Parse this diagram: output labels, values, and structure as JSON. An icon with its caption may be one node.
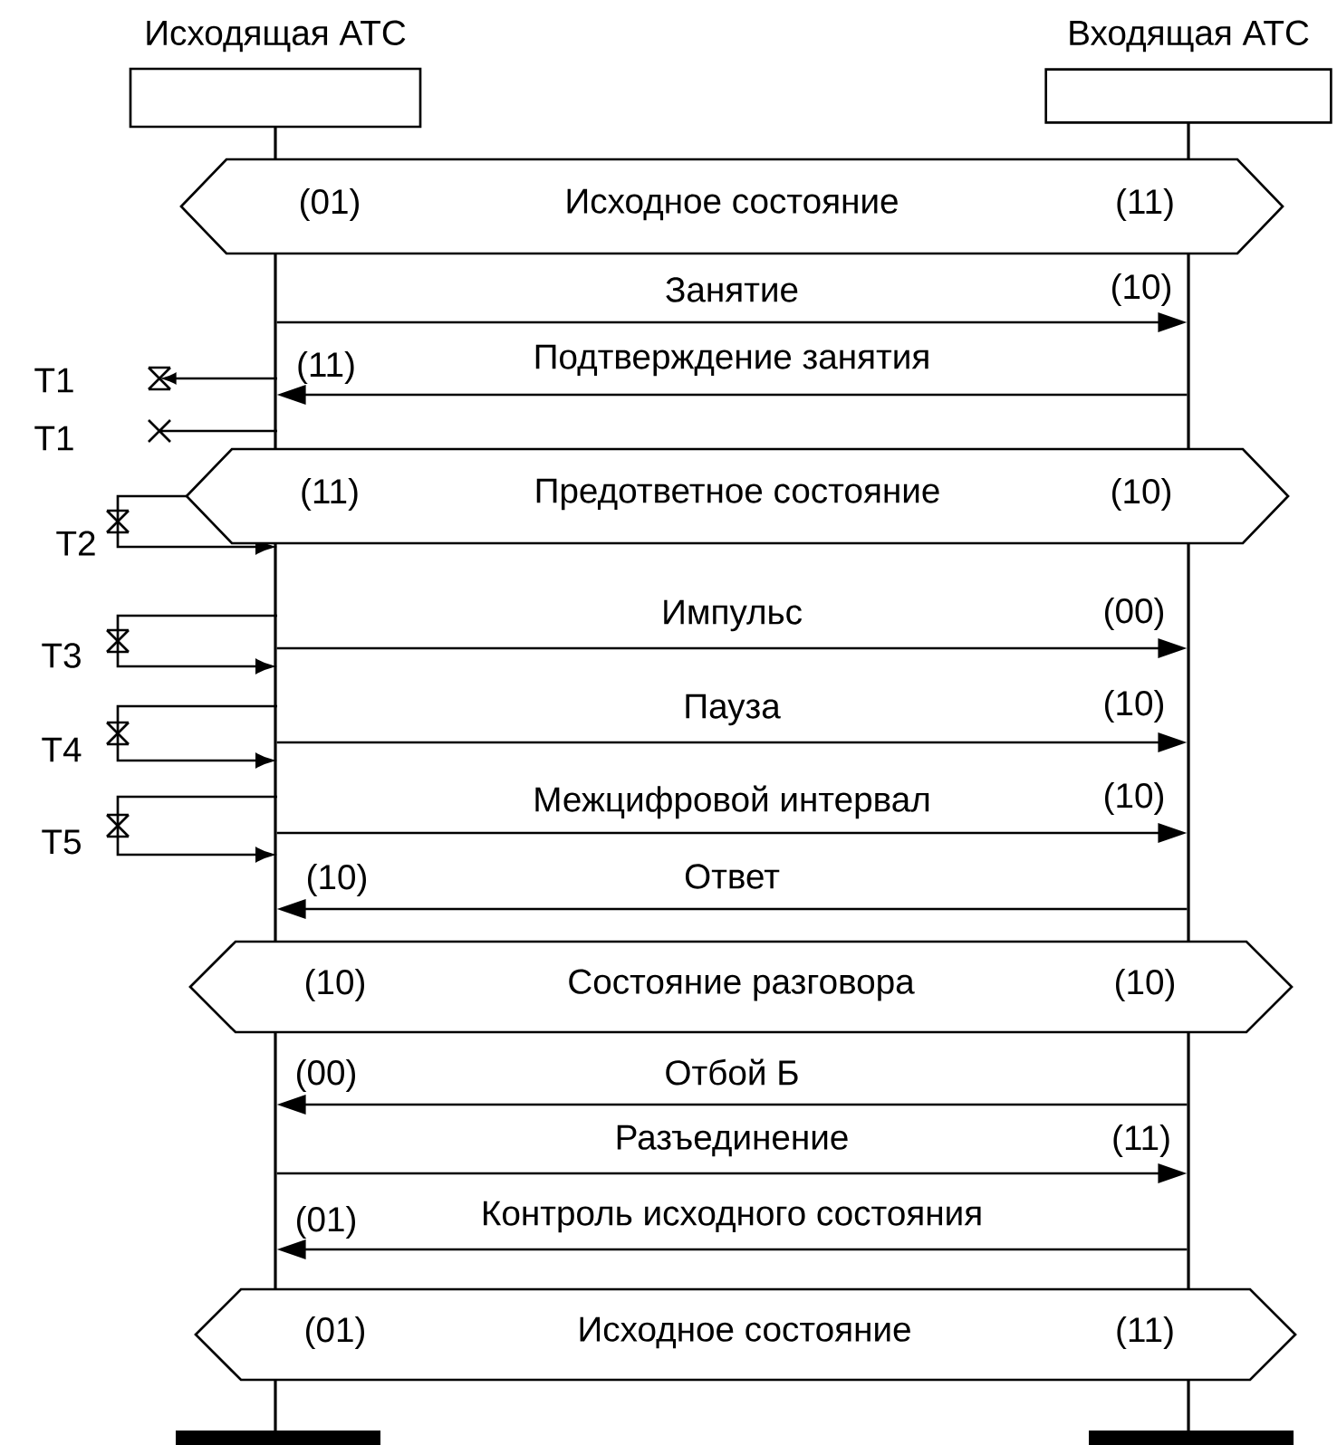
{
  "diagram": {
    "nodes": [
      {
        "text": [
          "Исходящая АТС"
        ]
      },
      {
        "text": [
          "Входящая АТС"
        ]
      },
      {
        "text": [
          "(01)",
          "Исходное состояние",
          "(11)"
        ]
      },
      {
        "text": [
          "(11)",
          "Предответное состояние",
          "(10)"
        ]
      },
      {
        "text": [
          "(10)",
          "Состояние разговора",
          "(10)"
        ]
      },
      {
        "text": [
          "(01)",
          "Исходное состояние",
          "(11)"
        ]
      }
    ],
    "edges": [
      {
        "from": 0,
        "to": 1,
        "arrow": "to",
        "label": "Занятие"
      },
      {
        "from": 1,
        "to": 0,
        "arrow": "to",
        "label": "Подтверждение занятия"
      },
      {
        "from": 0,
        "to": 1,
        "arrow": "to",
        "label": "Импульс"
      },
      {
        "from": 0,
        "to": 1,
        "arrow": "to",
        "label": "Пауза"
      },
      {
        "from": 0,
        "to": 1,
        "arrow": "to",
        "label": "Межцифровой интервал"
      },
      {
        "from": 1,
        "to": 0,
        "arrow": "to",
        "label": "Ответ"
      },
      {
        "from": 1,
        "to": 0,
        "arrow": "to",
        "label": "Отбой Б"
      },
      {
        "from": 0,
        "to": 1,
        "arrow": "to",
        "label": "Разъединение"
      },
      {
        "from": 1,
        "to": 0,
        "arrow": "to",
        "label": "Контроль исходного состояния"
      }
    ],
    "labels": [
      "(10)",
      "T1",
      "(11)",
      "T1",
      "T2",
      "(00)",
      "T3",
      "(10)",
      "T4",
      "(10)",
      "T5",
      "(10)",
      "(00)",
      "(11)",
      "(01)"
    ]
  }
}
